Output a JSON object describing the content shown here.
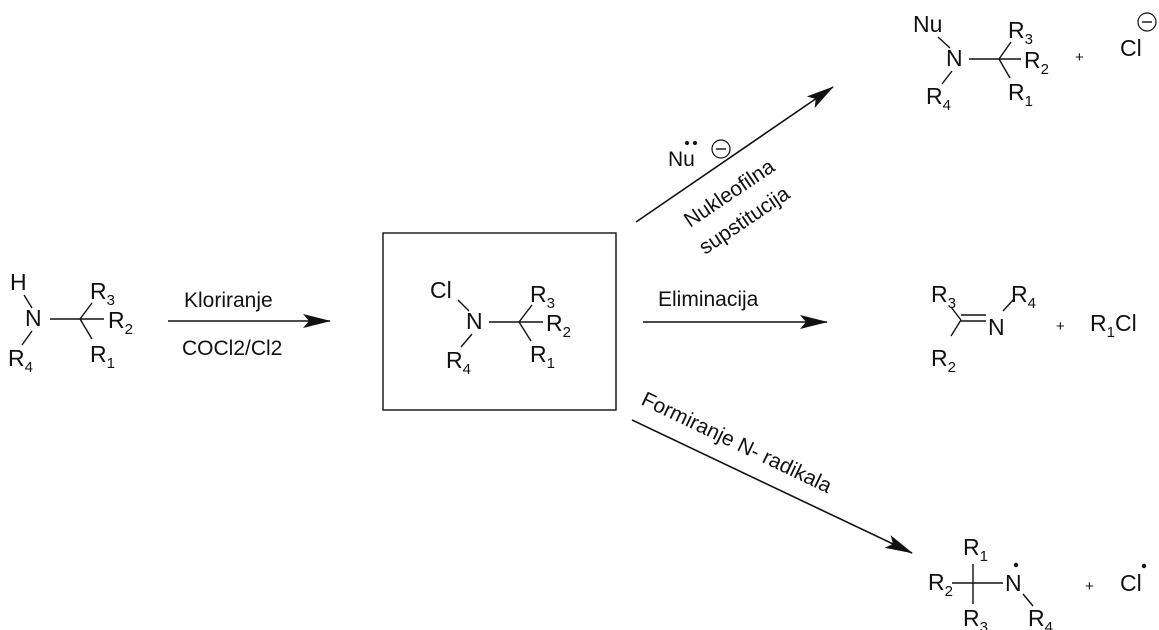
{
  "atoms": {
    "H": "H",
    "N": "N",
    "R": "R",
    "Cl": "Cl",
    "Nu": "Nu",
    "s1": "1",
    "s2": "2",
    "s3": "3",
    "s4": "4"
  },
  "reagents": {
    "step1_top": "Kloriranje",
    "step1_bottom": "COCl2/Cl2",
    "nucleophile": "Nu",
    "path1_line1": "Nukleofilna",
    "path1_line2": "supstitucija",
    "path2": "Eliminacija",
    "path3": "Formiranje N- radikala"
  },
  "products": {
    "plus": "+",
    "chloride": "Cl",
    "r1cl_r": "R",
    "r1cl_sub": "1",
    "r1cl_cl": "Cl"
  }
}
